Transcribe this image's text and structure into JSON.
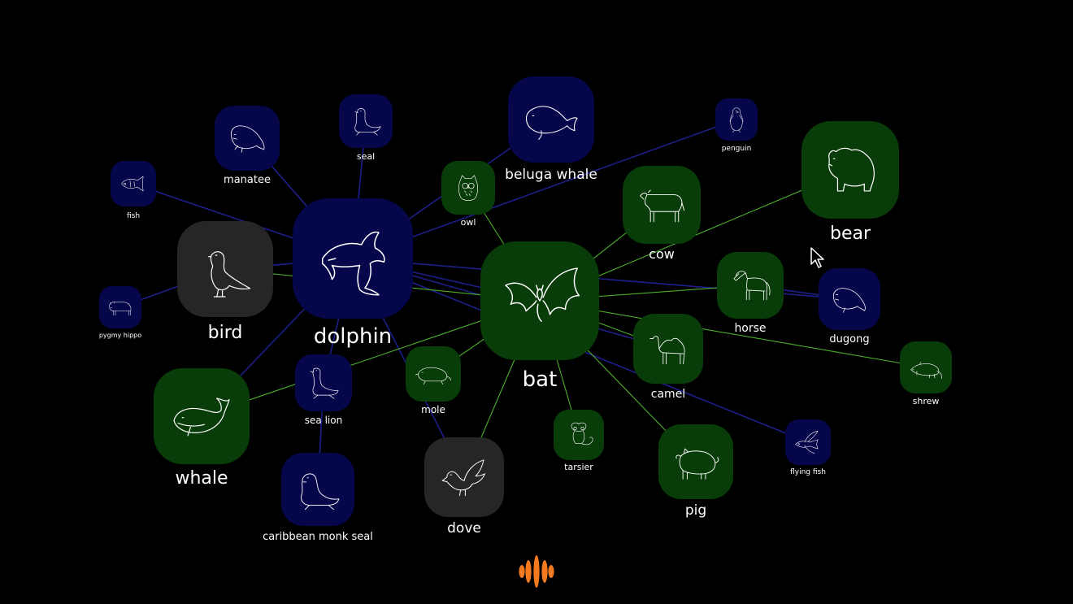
{
  "colors": {
    "background": "#000000",
    "blue_node": "#05074a",
    "green_node": "#083c08",
    "gray_node": "#262626",
    "blue_edge": "#1c1f8a",
    "green_edge": "#4caf2a",
    "logo": "#f47a1f"
  },
  "nodes": [
    {
      "id": "dolphin",
      "label": "dolphin",
      "color": "blue",
      "icon": "dolphin-icon"
    },
    {
      "id": "bat",
      "label": "bat",
      "color": "green",
      "icon": "bat-icon"
    },
    {
      "id": "bird",
      "label": "bird",
      "color": "gray",
      "icon": "bird-icon"
    },
    {
      "id": "whale",
      "label": "whale",
      "color": "green",
      "icon": "whale-icon"
    },
    {
      "id": "bear",
      "label": "bear",
      "color": "green",
      "icon": "bear-icon"
    },
    {
      "id": "cow",
      "label": "cow",
      "color": "green",
      "icon": "cow-icon"
    },
    {
      "id": "horse",
      "label": "horse",
      "color": "green",
      "icon": "horse-icon"
    },
    {
      "id": "camel",
      "label": "camel",
      "color": "green",
      "icon": "camel-icon"
    },
    {
      "id": "pig",
      "label": "pig",
      "color": "green",
      "icon": "pig-icon"
    },
    {
      "id": "shrew",
      "label": "shrew",
      "color": "green",
      "icon": "shrew-icon"
    },
    {
      "id": "tarsier",
      "label": "tarsier",
      "color": "green",
      "icon": "tarsier-icon"
    },
    {
      "id": "mole",
      "label": "mole",
      "color": "green",
      "icon": "mole-icon"
    },
    {
      "id": "owl",
      "label": "owl",
      "color": "green",
      "icon": "owl-icon"
    },
    {
      "id": "dove",
      "label": "dove",
      "color": "gray",
      "icon": "dove-icon"
    },
    {
      "id": "beluga",
      "label": "beluga whale",
      "color": "blue",
      "icon": "beluga-icon"
    },
    {
      "id": "manatee",
      "label": "manatee",
      "color": "blue",
      "icon": "manatee-icon"
    },
    {
      "id": "seal",
      "label": "seal",
      "color": "blue",
      "icon": "seal-icon"
    },
    {
      "id": "fish",
      "label": "fish",
      "color": "blue",
      "icon": "fish-icon"
    },
    {
      "id": "pygmy",
      "label": "pygmy hippo",
      "color": "blue",
      "icon": "hippo-icon"
    },
    {
      "id": "sealion",
      "label": "sea lion",
      "color": "blue",
      "icon": "sea-lion-icon"
    },
    {
      "id": "monkseal",
      "label": "caribbean monk seal",
      "color": "blue",
      "icon": "monk-seal-icon"
    },
    {
      "id": "penguin",
      "label": "penguin",
      "color": "blue",
      "icon": "penguin-icon"
    },
    {
      "id": "dugong",
      "label": "dugong",
      "color": "blue",
      "icon": "dugong-icon"
    },
    {
      "id": "flyingfish",
      "label": "flying fish",
      "color": "blue",
      "icon": "flying-fish-icon"
    }
  ],
  "edges": [
    {
      "from": "dolphin",
      "to": "manatee",
      "color": "blue"
    },
    {
      "from": "dolphin",
      "to": "seal",
      "color": "blue"
    },
    {
      "from": "dolphin",
      "to": "fish",
      "color": "blue"
    },
    {
      "from": "dolphin",
      "to": "bird",
      "color": "blue"
    },
    {
      "from": "dolphin",
      "to": "beluga",
      "color": "blue"
    },
    {
      "from": "dolphin",
      "to": "penguin",
      "color": "blue"
    },
    {
      "from": "dolphin",
      "to": "whale",
      "color": "blue"
    },
    {
      "from": "dolphin",
      "to": "sealion",
      "color": "blue"
    },
    {
      "from": "dolphin",
      "to": "dove",
      "color": "blue"
    },
    {
      "from": "dolphin",
      "to": "bat",
      "color": "blue"
    },
    {
      "from": "dolphin",
      "to": "dugong",
      "color": "blue"
    },
    {
      "from": "dolphin",
      "to": "camel",
      "color": "blue"
    },
    {
      "from": "dolphin",
      "to": "flyingfish",
      "color": "blue"
    },
    {
      "from": "bird",
      "to": "pygmy",
      "color": "blue"
    },
    {
      "from": "sealion",
      "to": "monkseal",
      "color": "blue"
    },
    {
      "from": "horse",
      "to": "dugong",
      "color": "blue"
    },
    {
      "from": "bat",
      "to": "owl",
      "color": "green"
    },
    {
      "from": "bat",
      "to": "cow",
      "color": "green"
    },
    {
      "from": "bat",
      "to": "bear",
      "color": "green"
    },
    {
      "from": "bat",
      "to": "horse",
      "color": "green"
    },
    {
      "from": "bat",
      "to": "camel",
      "color": "green"
    },
    {
      "from": "bat",
      "to": "pig",
      "color": "green"
    },
    {
      "from": "bat",
      "to": "tarsier",
      "color": "green"
    },
    {
      "from": "bat",
      "to": "dove",
      "color": "green"
    },
    {
      "from": "bat",
      "to": "mole",
      "color": "green"
    },
    {
      "from": "bat",
      "to": "whale",
      "color": "green"
    },
    {
      "from": "bat",
      "to": "bird",
      "color": "green"
    },
    {
      "from": "bat",
      "to": "shrew",
      "color": "green"
    }
  ]
}
